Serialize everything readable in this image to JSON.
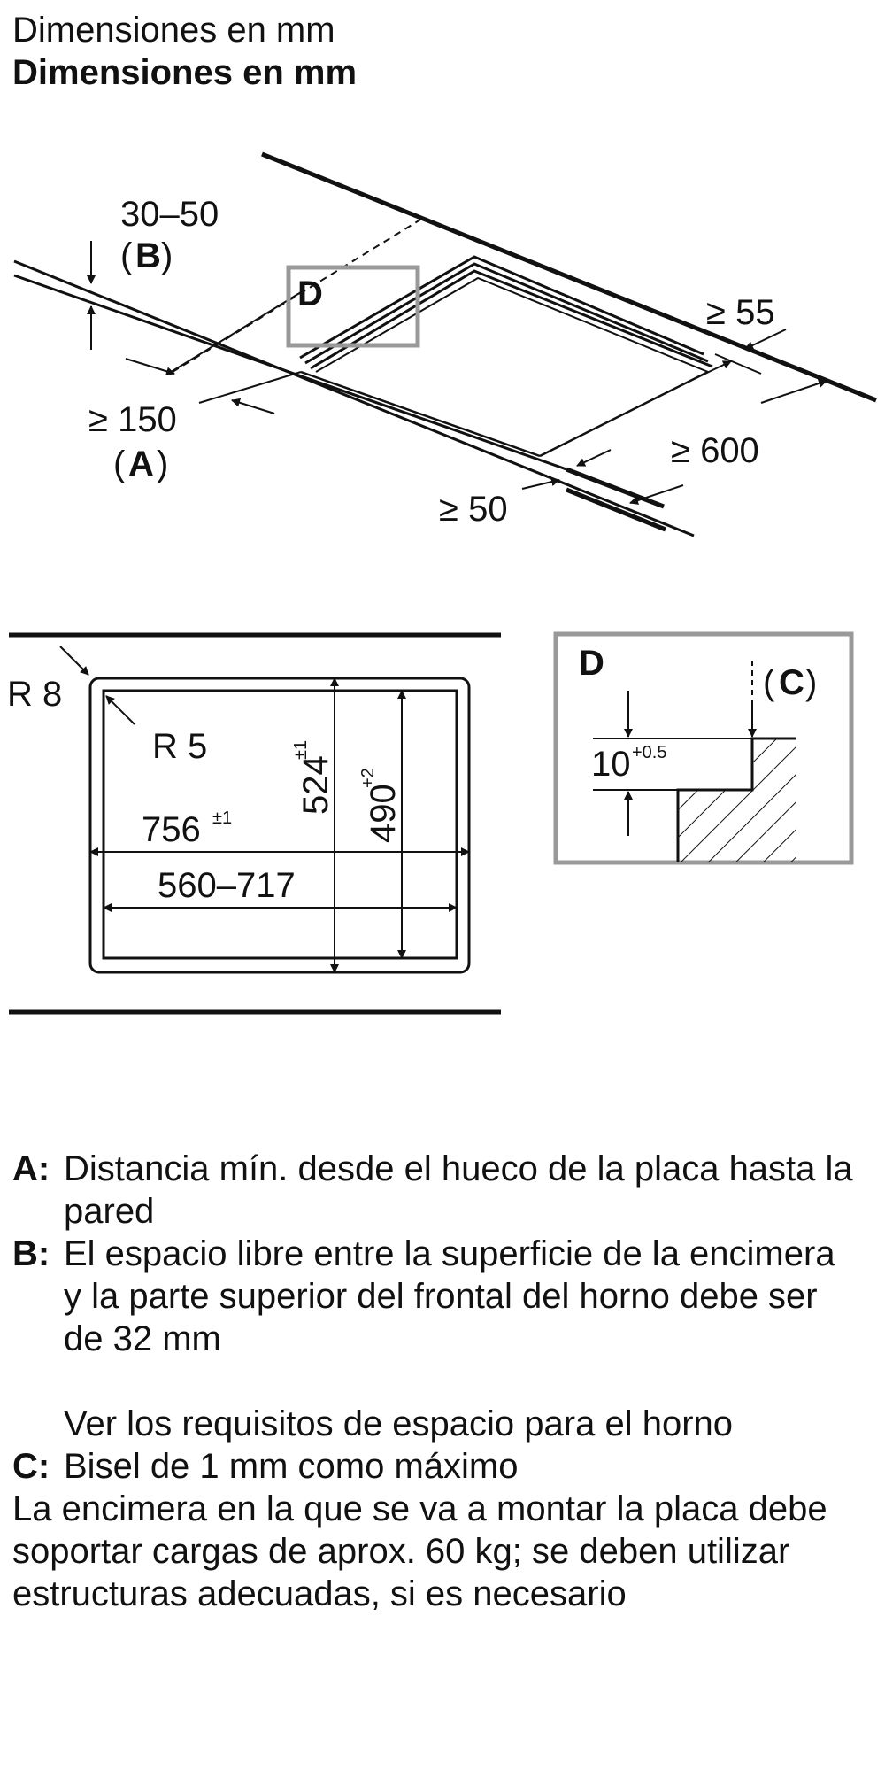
{
  "header": {
    "title": "Dimensiones en mm",
    "title_bold": "Dimensiones en mm"
  },
  "top_diagram": {
    "dim_b_range": "30–50",
    "label_b": "B",
    "label_d": "D",
    "dim_55": "≥ 55",
    "dim_150": "≥ 150",
    "label_a": "A",
    "dim_600": "≥ 600",
    "dim_50": "≥ 50"
  },
  "cutout_diagram": {
    "r8": "R 8",
    "r5": "R 5",
    "depth_main": "524",
    "depth_main_tol": "±1",
    "depth_inner": "490",
    "depth_inner_tol": "+2",
    "width_main": "756",
    "width_main_tol": "±1",
    "width_range": "560–717"
  },
  "detail_d": {
    "label_d": "D",
    "label_c": "C",
    "dim_10": "10",
    "dim_10_tol": "+0.5"
  },
  "notes": {
    "a_key": "A:",
    "a_text": "Distancia mín. desde el hueco de la placa hasta la pared",
    "b_key": "B:",
    "b_text": "El espacio libre entre la superficie de la encimera y la parte superior del frontal del horno debe ser de 32 mm",
    "b_extra": "Ver los requisitos de espacio para el horno",
    "c_key": "C:",
    "c_text": "Bisel de 1 mm como máximo",
    "footer": "La encimera en la que se va a montar la placa debe soportar cargas de aprox. 60 kg; se deben utilizar estructuras adecuadas, si es necesario"
  },
  "colors": {
    "line": "#111111",
    "detail_box": "#999999"
  }
}
